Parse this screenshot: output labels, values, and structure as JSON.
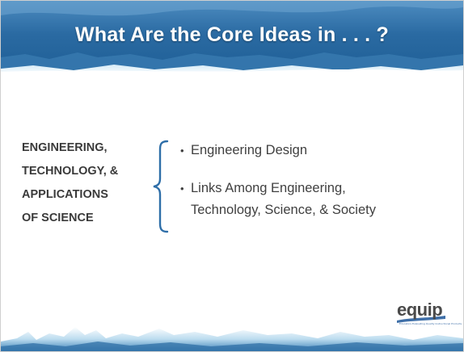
{
  "slide": {
    "title": "What Are the Core Ideas in . . . ?",
    "category_lines": [
      "ENGINEERING,",
      "TECHNOLOGY, &",
      "APPLICATIONS",
      "OF SCIENCE"
    ],
    "bullets": [
      {
        "lines": [
          "Engineering  Design"
        ]
      },
      {
        "lines": [
          "Links Among Engineering,",
          "Technology, Science, & Society"
        ]
      }
    ],
    "bullet_glyph": "•"
  },
  "logo": {
    "word": "equip",
    "tagline": "Educators Evaluating Quality Instructional Products"
  },
  "colors": {
    "header_dark": "#1f5f96",
    "header_light": "#8fc2e4",
    "brace": "#2e6ea8",
    "text": "#404040"
  }
}
